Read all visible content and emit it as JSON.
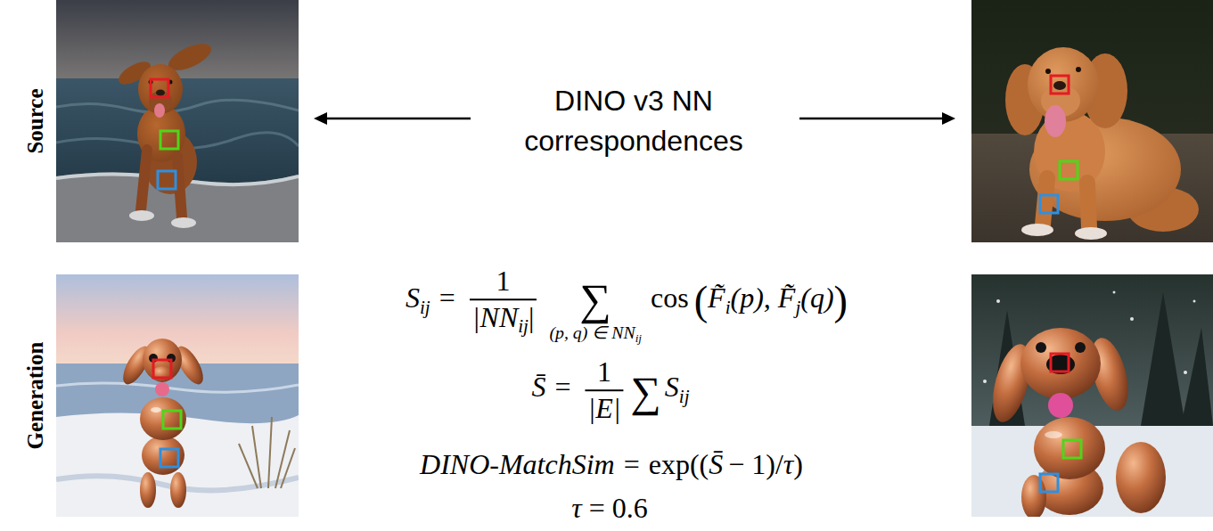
{
  "diagram": {
    "labels": [
      "Source",
      "Generation",
      "DINO v3 NN correspondences",
      "S",
      "ij",
      "=",
      "1",
      "|NN",
      "ij",
      "|",
      "∑",
      "(p, q) ∈ NN",
      "ij",
      "cos",
      "(",
      "F̃",
      "i",
      "(p),",
      "F̃",
      "j",
      "(q)",
      ")",
      "S̄",
      "=",
      "1",
      "|E|",
      "∑",
      "S",
      "ij",
      "DINO-MatchSim",
      "=",
      "exp((",
      "S̄",
      "− 1)/",
      "τ",
      ")",
      "τ",
      "= 0.6"
    ]
  }
}
